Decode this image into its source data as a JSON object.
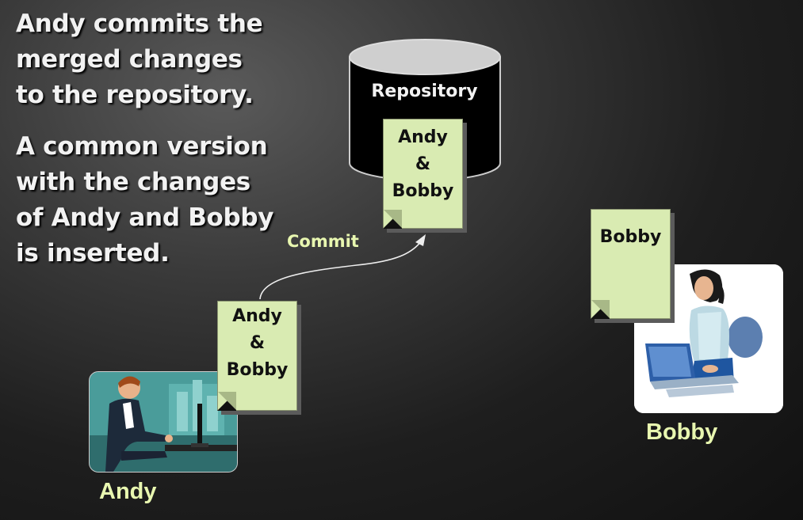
{
  "caption": {
    "paragraph1": [
      "Andy commits the",
      "merged changes",
      "to the repository."
    ],
    "paragraph2": [
      "A common version",
      "with the changes",
      "of Andy and Bobby",
      "is inserted."
    ]
  },
  "repository": {
    "label": "Repository",
    "document_lines": [
      "Andy",
      "&",
      "Bobby"
    ]
  },
  "commit_label": "Commit",
  "andy": {
    "name": "Andy",
    "document_lines": [
      "Andy",
      "&",
      "Bobby"
    ]
  },
  "bobby": {
    "name": "Bobby",
    "document_lines": [
      "Bobby"
    ]
  },
  "colors": {
    "document_fill": "#d9ebb2",
    "label_accent": "#e8f7b0",
    "caption_text": "#f2f2f2"
  }
}
